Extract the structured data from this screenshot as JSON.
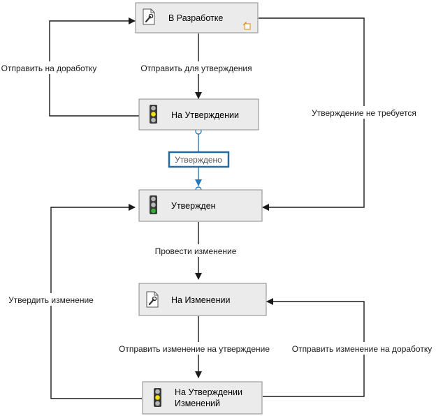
{
  "nodes": {
    "development": {
      "label": "В Разработке",
      "icon": "document-wrench-icon"
    },
    "approval": {
      "label": "На Утверждении",
      "icon": "traffic-light-yellow-icon"
    },
    "approved": {
      "label": "Утвержден",
      "icon": "traffic-light-green-icon"
    },
    "changing": {
      "label": "На Изменении",
      "icon": "document-wrench-icon"
    },
    "change_approval": {
      "label_line1": "На Утверждении",
      "label_line2": "Изменений",
      "icon": "traffic-light-yellow-icon"
    }
  },
  "edges": {
    "send_for_approval": "Отправить для утверждения",
    "send_back": "Отправить на доработку",
    "approved_transition": "Утверждено",
    "no_approval_needed": "Утверждение не требуется",
    "make_change": "Провести изменение",
    "approve_change": "Утвердить изменение",
    "send_change_for_approval": "Отправить изменение на утверждение",
    "send_change_back": "Отправить изменение на доработку"
  },
  "colors": {
    "node_fill": "#ebebeb",
    "node_border": "#8a8a8a",
    "edge": "#1a1a1a",
    "selected_edge": "#2a78b8",
    "light_yellow": "#f2e600",
    "light_green": "#2fb52f",
    "light_off": "#b8b8b8",
    "start_marker": "#e08a00"
  }
}
